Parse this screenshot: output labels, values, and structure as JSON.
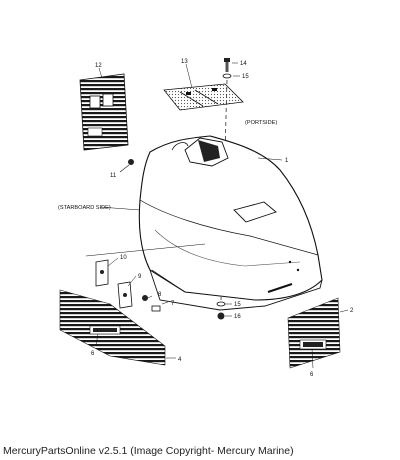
{
  "diagram": {
    "callouts": {
      "c1": "1",
      "c2": "2",
      "c4": "4",
      "c6a": "6",
      "c6b": "6",
      "c7": "7",
      "c8": "8",
      "c9": "9",
      "c10": "10",
      "c11": "11",
      "c12": "12",
      "c13": "13",
      "c14": "14",
      "c15a": "15",
      "c15b": "15",
      "c16": "16"
    },
    "labels": {
      "portside": "(PORTSIDE)",
      "starboard": "(STARBOARD SIDE)"
    }
  },
  "caption": "MercuryPartsOnline v2.5.1 (Image Copyright- Mercury Marine)"
}
